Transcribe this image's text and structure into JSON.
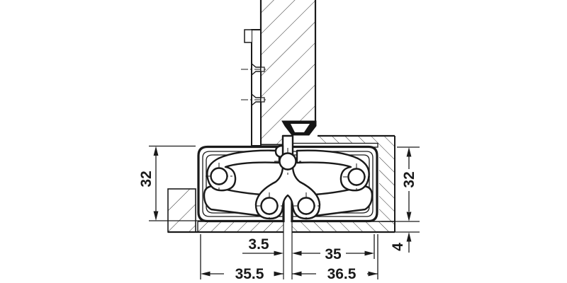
{
  "drawing": {
    "title": "concealed-hinge-cross-section",
    "line_color": "#1a1a1a",
    "background": "#ffffff",
    "dimensions": {
      "cup_height_left": {
        "label": "32"
      },
      "cup_height_right": {
        "label": "32"
      },
      "gap_to_axis": {
        "label": "3.5"
      },
      "cup_width_right": {
        "label": "35"
      },
      "bottom_web": {
        "label": "4"
      },
      "cup_width_left_overall": {
        "label": "35.5"
      },
      "cup_width_right_overall": {
        "label": "36.5"
      }
    }
  }
}
